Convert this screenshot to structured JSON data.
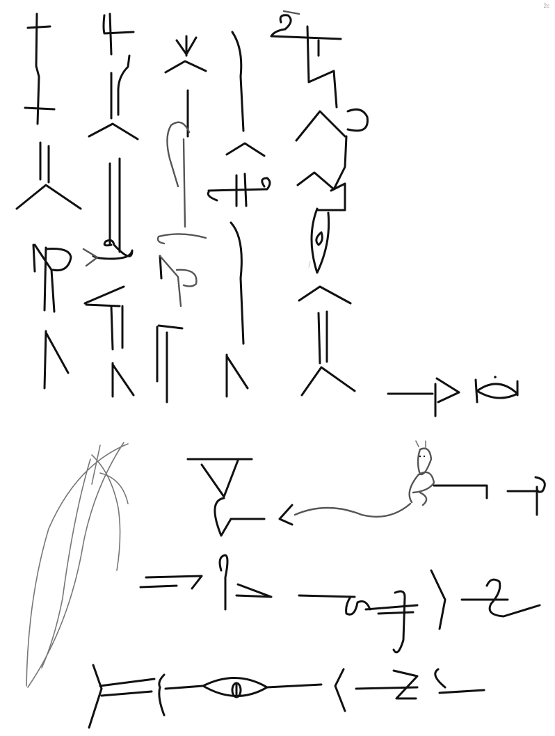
{
  "page": {
    "corner_mark": "2c"
  },
  "glyph_groups": [
    {
      "name": "column-1"
    },
    {
      "name": "column-2"
    },
    {
      "name": "column-3"
    },
    {
      "name": "column-4"
    },
    {
      "name": "column-5"
    },
    {
      "name": "row-right-mid"
    },
    {
      "name": "row-serpent"
    },
    {
      "name": "row-lower"
    },
    {
      "name": "row-bottom"
    },
    {
      "name": "feather"
    }
  ],
  "colors": {
    "ink": "#111111",
    "pencil": "#555555",
    "paper": "#ffffff"
  }
}
